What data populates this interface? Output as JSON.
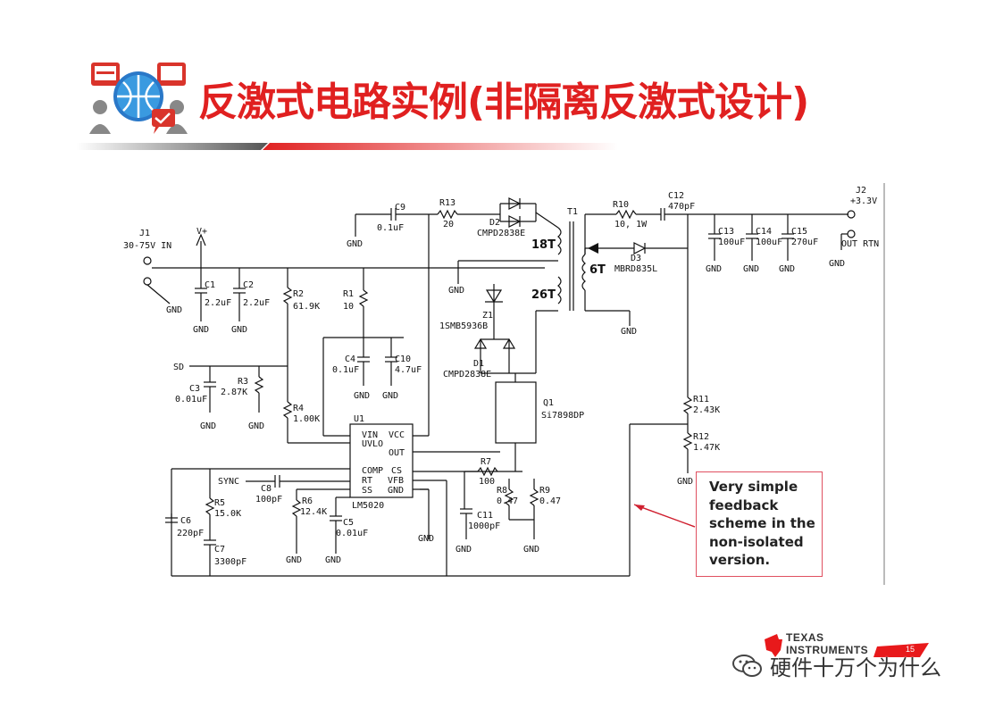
{
  "title": "反激式电路实例(非隔离反激式设计)",
  "callout": {
    "lines": [
      "Very simple",
      "feedback",
      "scheme in the",
      "non-isolated",
      "version."
    ]
  },
  "footer": {
    "brand_line1": "TEXAS",
    "brand_line2": "INSTRUMENTS",
    "page_number": "15",
    "watermark": "硬件十万个为什么"
  },
  "schematic": {
    "labels": {
      "j1": "J1",
      "j1_desc": "30-75V IN",
      "vplus": "V+",
      "gnd": "GND",
      "c1": "C1",
      "c1v": "2.2uF",
      "c2": "C2",
      "c2v": "2.2uF",
      "r2": "R2",
      "r2v": "61.9K",
      "r1": "R1",
      "r1v": "10",
      "c9": "C9",
      "c9v": "0.1uF",
      "r13": "R13",
      "r13v": "20",
      "d2": "D2",
      "d2v": "CMPD2838E",
      "t1": "T1",
      "t18": "18T",
      "t26": "26T",
      "t6": "6T",
      "z1": "Z1",
      "z1v": "1SMB5936B",
      "d1": "D1",
      "d1v": "CMPD2838E",
      "c4": "C4",
      "c4v": "0.1uF",
      "c10": "C10",
      "c10v": "4.7uF",
      "sd": "SD",
      "c3": "C3",
      "c3v": "0.01uF",
      "r3": "R3",
      "r3v": "2.87K",
      "r4": "R4",
      "r4v": "1.00K",
      "u1": "U1",
      "u1v": "LM5020",
      "pin_vin": "VIN",
      "pin_uvlo": "UVLO",
      "pin_vcc": "VCC",
      "pin_out": "OUT",
      "pin_comp": "COMP",
      "pin_rt": "RT",
      "pin_ss": "SS",
      "pin_cs": "CS",
      "pin_vfb": "VFB",
      "pin_gnd": "GND",
      "q1": "Q1",
      "q1v": "Si7898DP",
      "r7": "R7",
      "r7v": "100",
      "r8": "R8",
      "r8v": "0.47",
      "r9": "R9",
      "r9v": "0.47",
      "c11": "C11",
      "c11v": "1000pF",
      "sync": "SYNC",
      "c8": "C8",
      "c8v": "100pF",
      "r5": "R5",
      "r5v": "15.0K",
      "c7": "C7",
      "c7v": "3300pF",
      "c6": "C6",
      "c6v": "220pF",
      "r6": "R6",
      "r6v": "12.4K",
      "c5": "C5",
      "c5v": "0.01uF",
      "r10": "R10",
      "r10v": "10, 1W",
      "c12": "C12",
      "c12v": "470pF",
      "d3": "D3",
      "d3v": "MBRD835L",
      "j2": "J2",
      "j2v": "+3.3V",
      "outrtn": "OUT RTN",
      "c13": "C13",
      "c13v": "100uF",
      "c14": "C14",
      "c14v": "100uF",
      "c15": "C15",
      "c15v": "270uF",
      "r11": "R11",
      "r11v": "2.43K",
      "r12": "R12",
      "r12v": "1.47K"
    }
  },
  "colors": {
    "title": "#e02020",
    "callout_border": "#e05060",
    "ti_red": "#e8191b"
  }
}
